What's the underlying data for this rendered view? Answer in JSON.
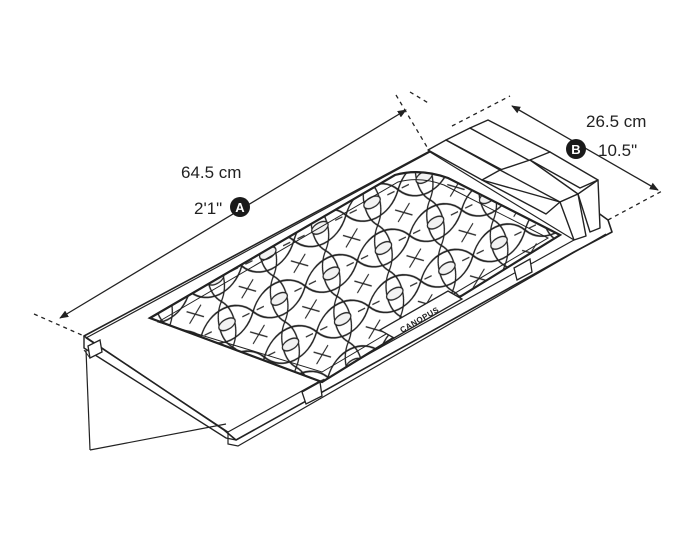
{
  "dimensions": {
    "length": {
      "badge": "A",
      "metric": "64.5 cm",
      "imperial": "2'1\""
    },
    "width": {
      "badge": "B",
      "metric": "26.5 cm",
      "imperial": "10.5\""
    }
  },
  "product": {
    "brand_label": "CANOPUS"
  },
  "colors": {
    "line": "#222222",
    "badge": "#1a1a1a",
    "background": "#ffffff"
  }
}
